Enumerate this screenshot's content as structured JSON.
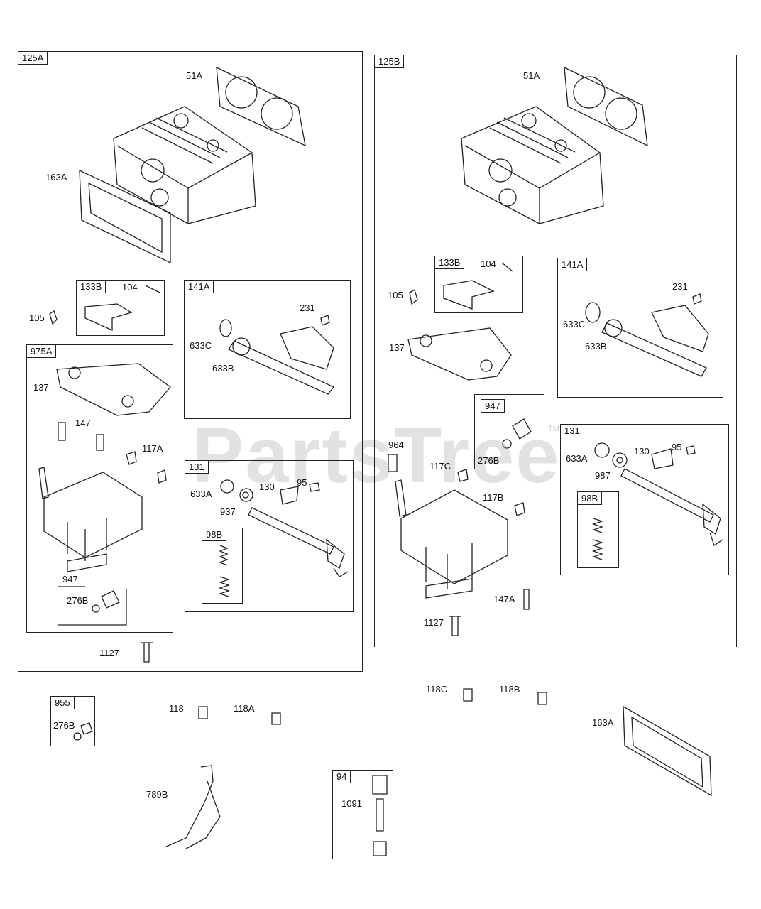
{
  "watermark": {
    "text": "PartsTree",
    "tm": "TM"
  },
  "panel_left": {
    "title": "125A",
    "labels": {
      "p51a": "51A",
      "p163a": "163A",
      "p105": "105",
      "p1127": "1127"
    },
    "box_133b": {
      "title": "133B",
      "p104": "104"
    },
    "box_141a": {
      "title": "141A",
      "p231": "231",
      "p633c": "633C",
      "p633b": "633B"
    },
    "box_975a": {
      "title": "975A",
      "p137": "137",
      "p147": "147",
      "p117a": "117A"
    },
    "box_947": {
      "title": "947",
      "p276b": "276B"
    },
    "box_131": {
      "title": "131",
      "p633a": "633A",
      "p130": "130",
      "p95": "95",
      "p937": "937"
    },
    "box_98b": {
      "title": "98B"
    }
  },
  "panel_right": {
    "title": "125B",
    "labels": {
      "p51a": "51A",
      "p105": "105",
      "p137": "137",
      "p964": "964",
      "p117c": "117C",
      "p117b": "117B",
      "p147a": "147A",
      "p1127": "1127"
    },
    "box_133b": {
      "title": "133B",
      "p104": "104"
    },
    "box_141a": {
      "title": "141A",
      "p231": "231",
      "p633c": "633C",
      "p633b": "633B"
    },
    "box_947": {
      "title": "947",
      "p276b": "276B"
    },
    "box_131": {
      "title": "131",
      "p633a": "633A",
      "p130": "130",
      "p95": "95",
      "p987": "987"
    },
    "box_98b": {
      "title": "98B"
    }
  },
  "bottom": {
    "box_955": {
      "title": "955",
      "p276b": "276B"
    },
    "p118": "118",
    "p118a": "118A",
    "p789b": "789B",
    "box_94": {
      "title": "94",
      "p1091": "1091"
    },
    "p118c": "118C",
    "p118b": "118B",
    "p163a": "163A"
  }
}
